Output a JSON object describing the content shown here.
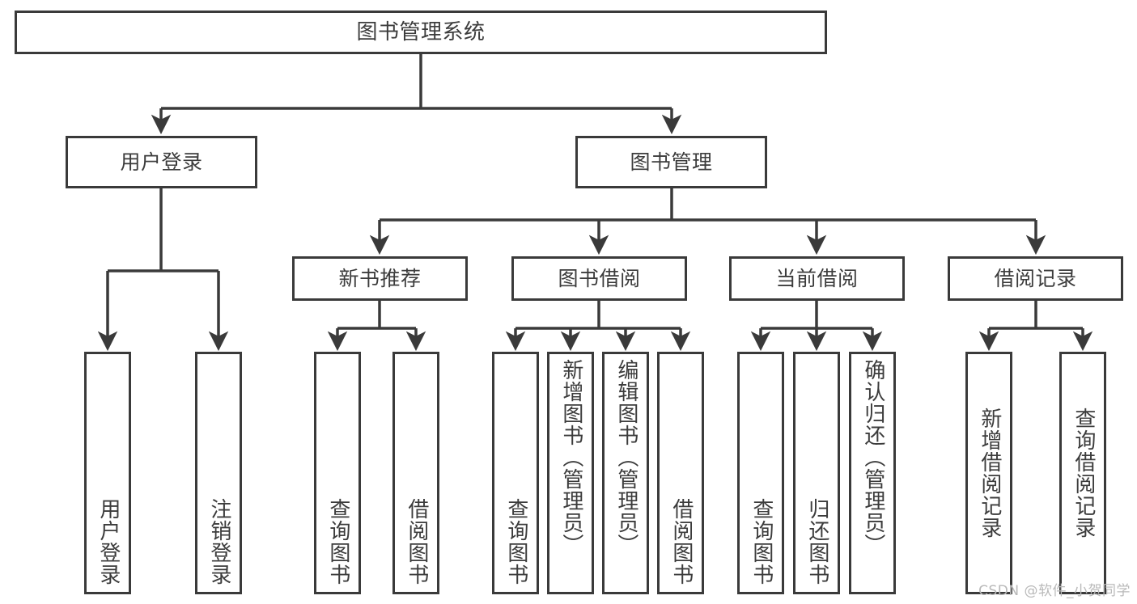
{
  "diagram": {
    "type": "tree",
    "title": "图书管理系统",
    "colors": {
      "box_stroke": "#3a3a3a",
      "box_fill": "#ffffff",
      "connector": "#3a3a3a",
      "text": "#3c3c3c",
      "watermark": "#b9b9b9",
      "background": "#ffffff"
    },
    "root": {
      "label": "图书管理系统"
    },
    "level2": [
      {
        "id": "user-login",
        "label": "用户登录"
      },
      {
        "id": "book-manage",
        "label": "图书管理"
      }
    ],
    "level3": [
      {
        "id": "new-book-recommend",
        "label": "新书推荐"
      },
      {
        "id": "book-borrow",
        "label": "图书借阅"
      },
      {
        "id": "current-borrow",
        "label": "当前借阅"
      },
      {
        "id": "borrow-record",
        "label": "借阅记录"
      }
    ],
    "leaves": {
      "user-login": [
        {
          "id": "leaf-user-login",
          "label": "用户登录"
        },
        {
          "id": "leaf-logout",
          "label": "注销登录"
        }
      ],
      "new-book-recommend": [
        {
          "id": "leaf-query-book-1",
          "label": "查询图书"
        },
        {
          "id": "leaf-borrow-book-1",
          "label": "借阅图书"
        }
      ],
      "book-borrow": [
        {
          "id": "leaf-query-book-2",
          "label": "查询图书"
        },
        {
          "id": "leaf-add-book",
          "label": "新增图书（管理员）"
        },
        {
          "id": "leaf-edit-book",
          "label": "编辑图书（管理员）"
        },
        {
          "id": "leaf-borrow-book-2",
          "label": "借阅图书"
        }
      ],
      "current-borrow": [
        {
          "id": "leaf-query-book-3",
          "label": "查询图书"
        },
        {
          "id": "leaf-return-book",
          "label": "归还图书"
        },
        {
          "id": "leaf-confirm-return",
          "label": "确认归还（管理员）"
        }
      ],
      "borrow-record": [
        {
          "id": "leaf-add-record",
          "label": "新增借阅记录"
        },
        {
          "id": "leaf-query-record",
          "label": "查询借阅记录"
        }
      ]
    }
  },
  "watermark": {
    "text": "CSDN @软件_小贺同学"
  }
}
